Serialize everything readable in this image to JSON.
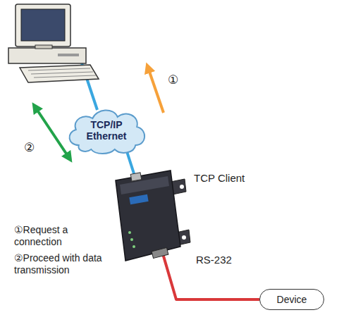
{
  "diagram": {
    "nodes": [
      {
        "text": [
          "TCP/IP Ethernet"
        ]
      },
      {
        "text": [
          "TCP Client"
        ]
      },
      {
        "text": [
          "Device"
        ]
      }
    ],
    "edges": [
      {
        "from": 0,
        "to": 1,
        "arrow": "none"
      },
      {
        "from": 1,
        "to": 2,
        "label": "RS-232",
        "arrow": "none"
      }
    ],
    "labels": [
      "①",
      "②",
      "①Request a connection",
      "②Proceed with data transmission"
    ]
  }
}
